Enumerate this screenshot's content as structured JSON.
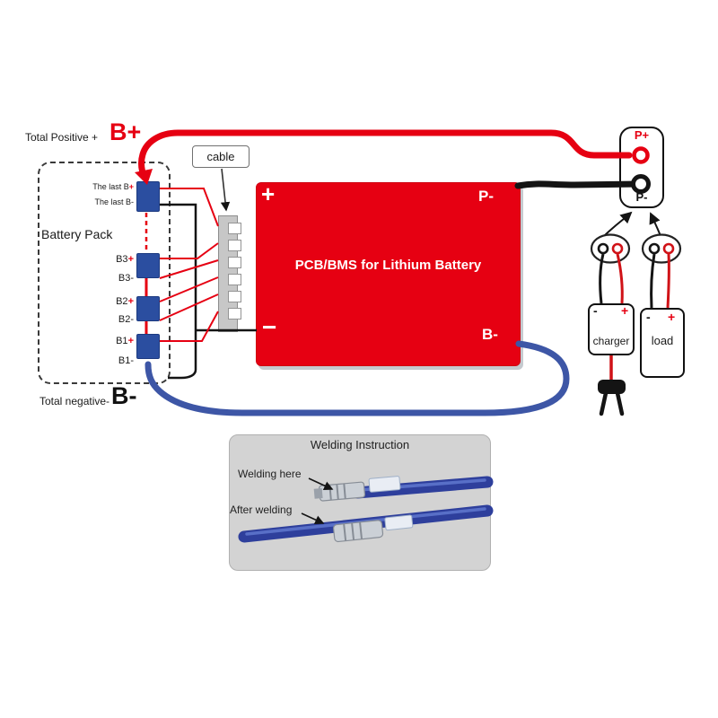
{
  "colors": {
    "wire_red": "#e60012",
    "wire_black": "#141414",
    "wire_blue": "#3d56a6",
    "cell_blue": "#2b4ea0",
    "pcb_red": "#e60012",
    "welding_panel_gray": "#d3d3d3"
  },
  "battery": {
    "pack_label": "Battery Pack",
    "total_positive": "Total Positive +",
    "b_plus": "B+",
    "total_negative": "Total negative-",
    "b_minus": "B-",
    "cells": [
      {
        "label": "The last B",
        "sign": "+"
      },
      {
        "label": "The last B",
        "sign": "-"
      },
      {
        "label": "B3",
        "sign": "+"
      },
      {
        "label": "B3",
        "sign": "-"
      },
      {
        "label": "B2",
        "sign": "+"
      },
      {
        "label": "B2",
        "sign": "-"
      },
      {
        "label": "B1",
        "sign": "+"
      },
      {
        "label": "B1",
        "sign": "-"
      }
    ]
  },
  "cable": {
    "label": "cable"
  },
  "pcb": {
    "plus": "+",
    "minus": "−",
    "p_minus": "P-",
    "b_minus": "B-",
    "title": "PCB/BMS for Lithium Battery"
  },
  "output": {
    "p_plus": "P+",
    "p_minus": "P-"
  },
  "charger": {
    "label": "charger",
    "minus": "-",
    "plus": "+"
  },
  "load": {
    "label": "load",
    "minus": "-",
    "plus": "+"
  },
  "welding": {
    "title": "Welding Instruction",
    "here": "Welding here",
    "after": "After welding"
  }
}
